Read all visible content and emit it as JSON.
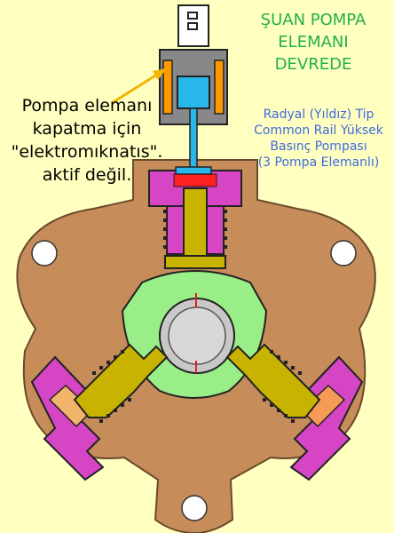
{
  "status_label": {
    "lines": [
      "ŞUAN POMPA",
      "ELEMANI",
      "DEVREDE"
    ],
    "color": "#22b14c"
  },
  "pump_description": {
    "lines": [
      "Radyal (Yıldız) Tip",
      "Common Rail Yüksek",
      "Basınç Pompası",
      "(3 Pompa Elemanlı)"
    ],
    "color": "#3f6ae0"
  },
  "solenoid_note": {
    "lines": [
      "Pompa elemanı",
      "kapatma için",
      "\"elektromıknatıs\".",
      "aktif değil."
    ]
  },
  "colors": {
    "background": "#ffffc0",
    "pump_body": "#c68c5a",
    "eccentric_cam": "#99ee88",
    "shaft": "#c8c8c8",
    "plunger": "#c8b400",
    "barrel": "#d645c4",
    "pressure_chamber": "#ff2020",
    "solenoid_body": "#888888",
    "solenoid_coil": "#ff9900",
    "solenoid_armature": "#29b6e8",
    "pointer_arrow": "#f4b400"
  }
}
